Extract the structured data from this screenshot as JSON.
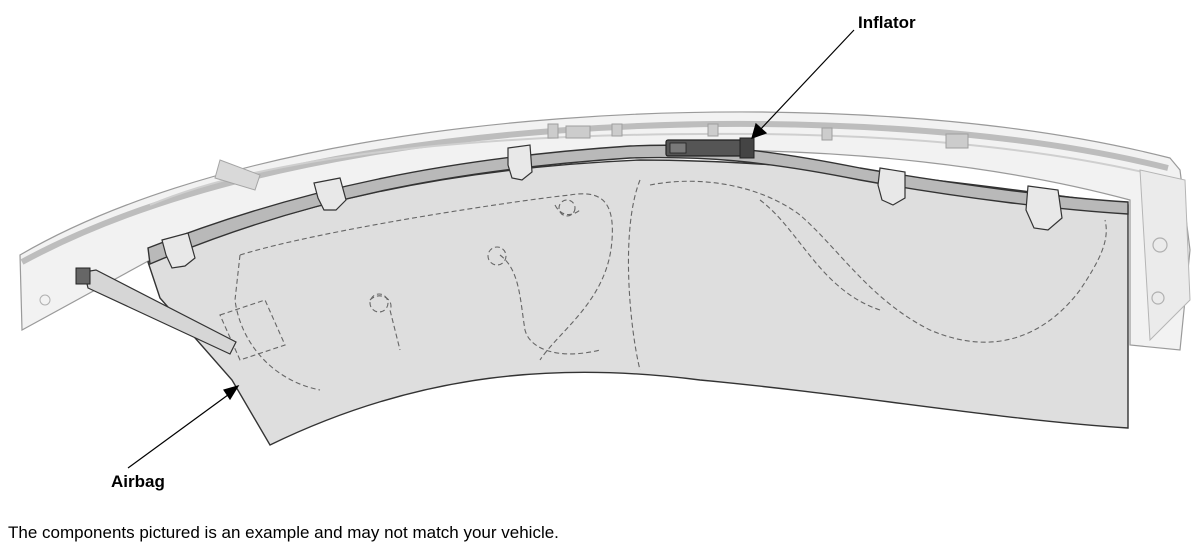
{
  "labels": {
    "inflator": "Inflator",
    "airbag": "Airbag"
  },
  "caption": "The components pictured is an example and may not match your vehicle.",
  "colors": {
    "airbag_fill": "#dedede",
    "frame_light": "#eeeeee",
    "frame_dark": "#8a8a8a",
    "outline": "#333333",
    "inflator_fill": "#555555"
  }
}
